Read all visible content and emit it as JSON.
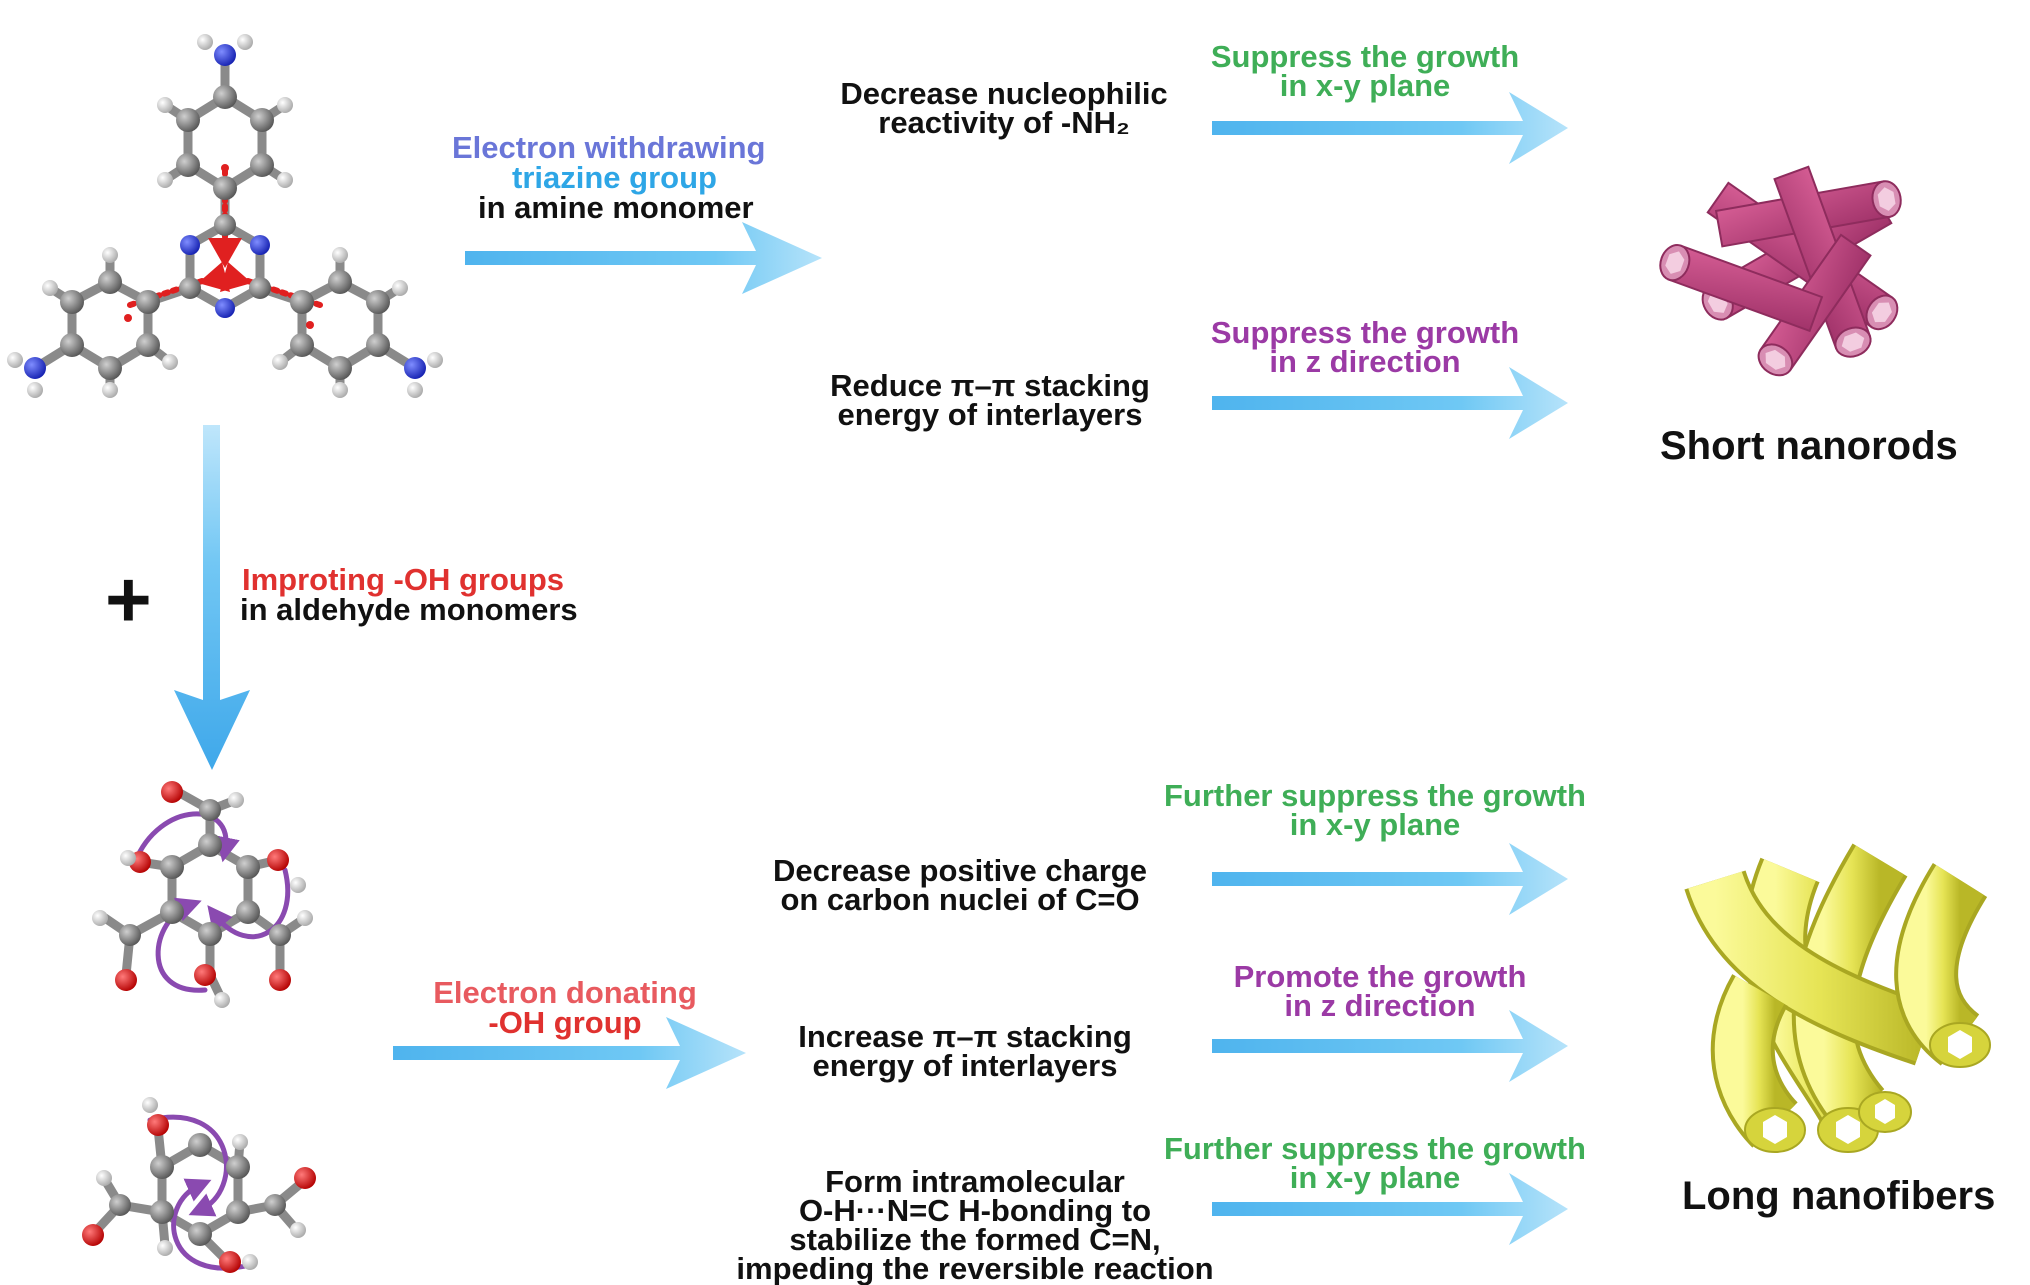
{
  "top": {
    "amine_label": {
      "line1": "Electron withdrawing",
      "line2": "triazine group",
      "line3": "in amine monomer"
    },
    "effect1": {
      "line1": "Decrease nucleophilic",
      "line2": "reactivity of -NH₂"
    },
    "result1": {
      "line1": "Suppress the growth",
      "line2": "in x-y plane"
    },
    "effect2": {
      "line1": "Reduce π–π stacking",
      "line2": "energy of interlayers"
    },
    "result2": {
      "line1": "Suppress the growth",
      "line2": "in z direction"
    },
    "product": "Short nanorods"
  },
  "middle": {
    "plus": "+",
    "aldehyde_label": {
      "line1": "Improting -OH groups",
      "line2": "in aldehyde monomers"
    }
  },
  "bottom": {
    "donor_label": {
      "line1": "Electron donating",
      "line2": "-OH group"
    },
    "effect1": {
      "line1": "Decrease  positive charge",
      "line2": "on carbon nuclei of C=O"
    },
    "result1": {
      "line1": "Further suppress the growth",
      "line2": "in x-y plane"
    },
    "effect2": {
      "line1": "Increase π–π stacking",
      "line2": "energy of interlayers"
    },
    "result2": {
      "line1": "Promote the growth",
      "line2": "in z direction"
    },
    "effect3": {
      "line1": "Form intramolecular",
      "line2": "O-H···N=C H-bonding to",
      "line3": "stabilize the formed C=N,",
      "line4": "impeding the reversible reaction"
    },
    "result3": {
      "line1": "Further suppress the growth",
      "line2": "in x-y plane"
    },
    "product": "Long nanofibers"
  },
  "colors": {
    "green": "#3fae57",
    "purple": "#9b3aa5",
    "red": "#e0312f",
    "blue": "#6a76d8",
    "cyan": "#2ea6e6",
    "pink": "#e85a5f",
    "arrow": "#5bbef0",
    "nanorod": "#c2457f",
    "nanofiber": "#e4e254"
  }
}
